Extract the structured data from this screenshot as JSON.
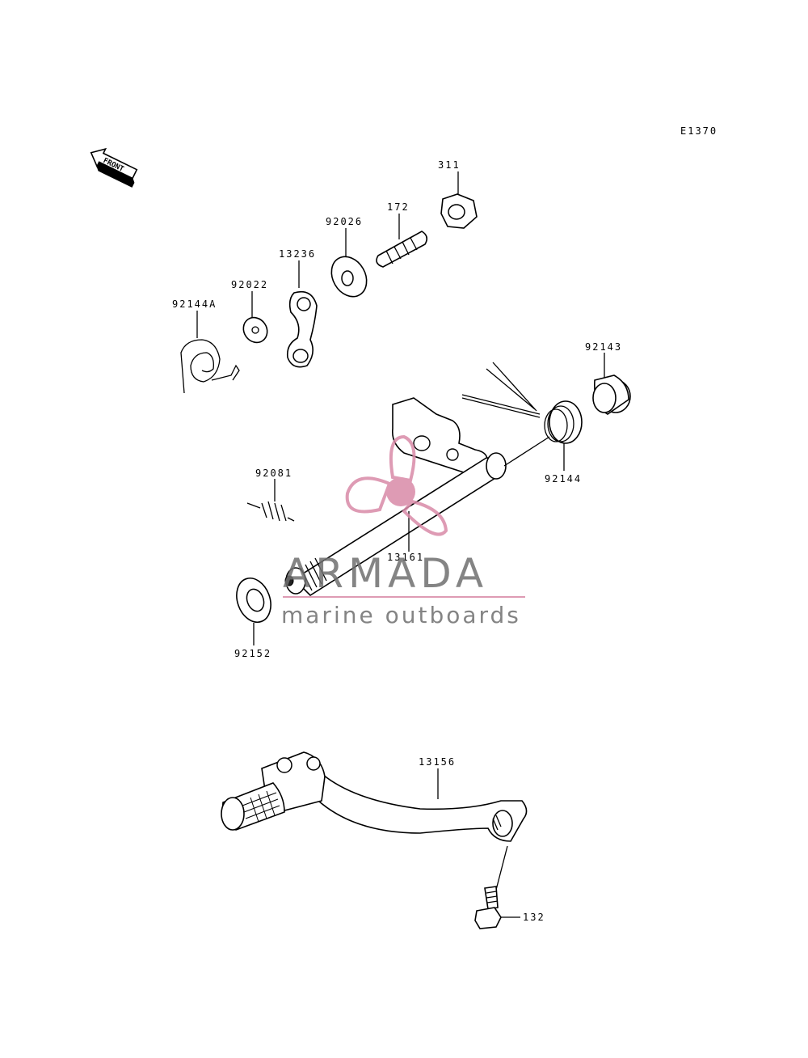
{
  "diagram_code": "E1370",
  "front_arrow": {
    "text": "FRONT",
    "icon": "front-arrow-icon"
  },
  "parts": {
    "p311": "311",
    "p172": "172",
    "p92026": "92026",
    "p13236": "13236",
    "p92022": "92022",
    "p92144A": "92144A",
    "p92143": "92143",
    "p92144": "92144",
    "p92081": "92081",
    "p13161": "13161",
    "p92152": "92152",
    "p13156": "13156",
    "p132": "132"
  },
  "watermark": {
    "title": "ARMADA",
    "subtitle": "marine outboards",
    "accent_color": "#d98aa8",
    "text_color": "#6f6f6f"
  }
}
